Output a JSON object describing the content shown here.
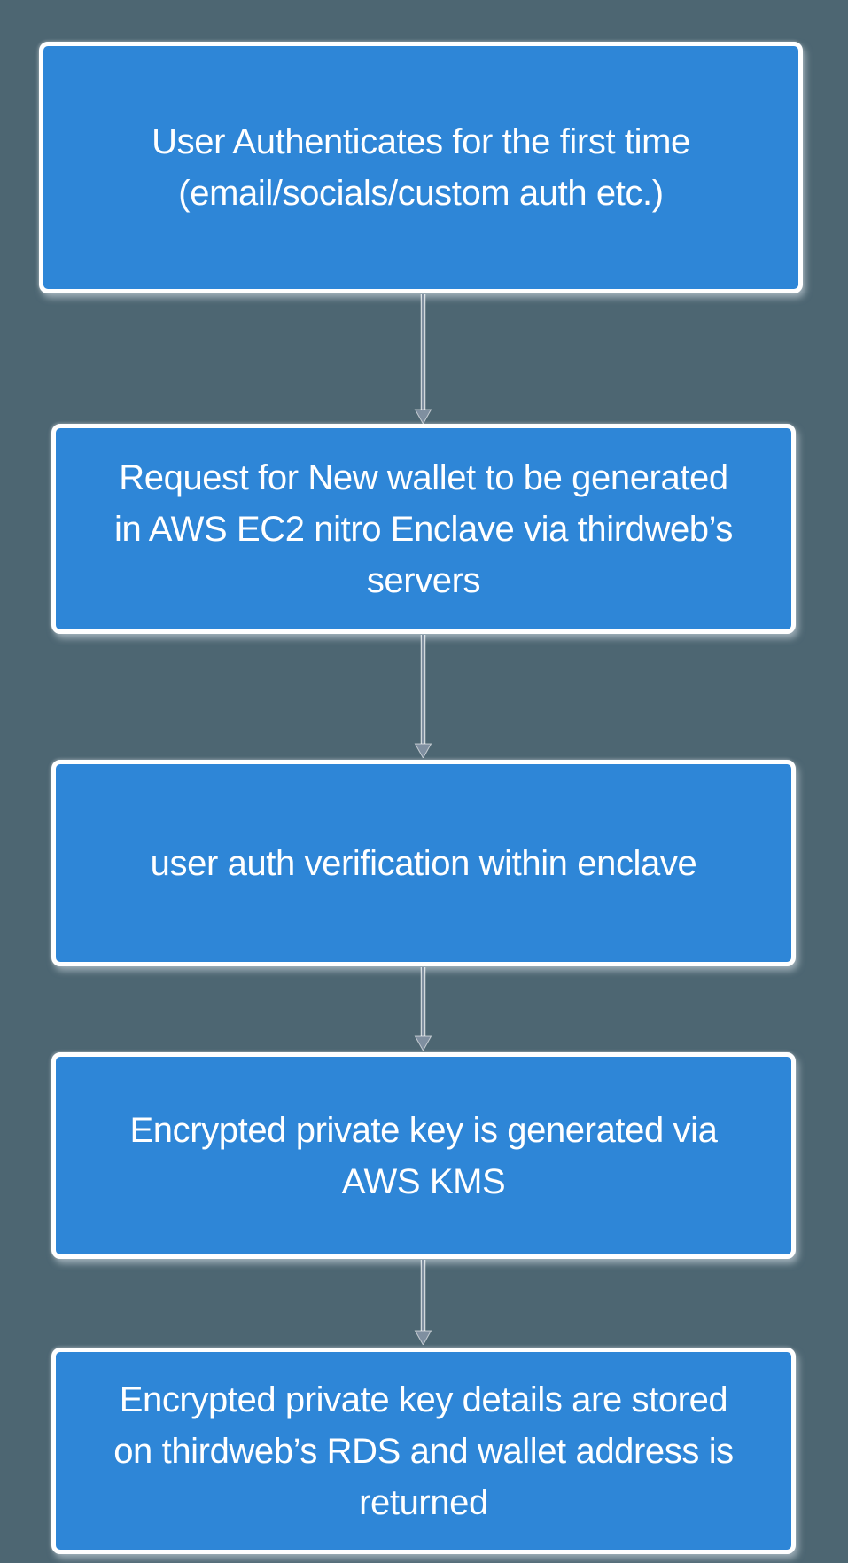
{
  "colors": {
    "background": "#4d6672",
    "node_fill": "#2e86d7",
    "node_border": "#ffffff",
    "node_text": "#ffffff",
    "arrow": "#7f8fa0"
  },
  "flowchart": {
    "nodes": [
      {
        "id": "user-authenticates",
        "lines": [
          "User Authenticates for the first time",
          "(email/socials/custom auth etc.)"
        ]
      },
      {
        "id": "request-new-wallet",
        "lines": [
          "Request for New wallet to be generated",
          "in AWS EC2 nitro Enclave via thirdweb’s",
          "servers"
        ]
      },
      {
        "id": "user-auth-verification",
        "lines": [
          "user auth verification within enclave"
        ]
      },
      {
        "id": "encrypted-key-generated",
        "lines": [
          "Encrypted private key is generated via",
          "AWS KMS"
        ]
      },
      {
        "id": "encrypted-key-stored",
        "lines": [
          "Encrypted private key details are stored",
          "on thirdweb’s RDS and wallet address is",
          "returned"
        ]
      }
    ],
    "arrows": [
      {
        "from": "user-authenticates",
        "to": "request-new-wallet"
      },
      {
        "from": "request-new-wallet",
        "to": "user-auth-verification"
      },
      {
        "from": "user-auth-verification",
        "to": "encrypted-key-generated"
      },
      {
        "from": "encrypted-key-generated",
        "to": "encrypted-key-stored"
      }
    ]
  }
}
